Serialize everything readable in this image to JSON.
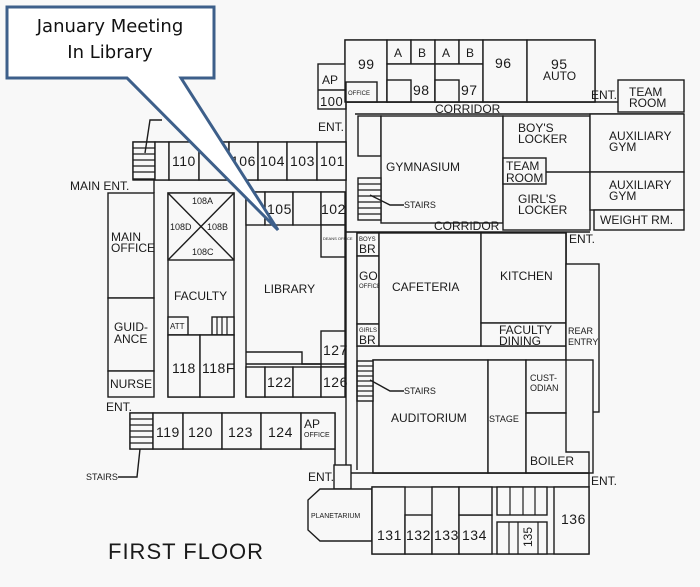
{
  "callout": {
    "line1": "January Meeting",
    "line2": "In Library",
    "border_color": "#3d5f8a"
  },
  "floor_title": "FIRST FLOOR",
  "rooms": {
    "r99": "99",
    "rA1": "A",
    "rB1": "B",
    "rA2": "A",
    "rB2": "B",
    "r96": "96",
    "r95": "95",
    "auto": "AUTO",
    "ap": "AP",
    "r100": "100",
    "office": "OFFICE",
    "r98": "98",
    "r97": "97",
    "team_room_top_1": "TEAM",
    "team_room_top_2": "ROOM",
    "corridor_top": "CORRIDOR",
    "boys_locker_1": "BOY'S",
    "boys_locker_2": "LOCKER",
    "aux_gym_1a": "AUXILIARY",
    "aux_gym_1b": "GYM",
    "aux_gym_2a": "AUXILIARY",
    "aux_gym_2b": "GYM",
    "weight_rm": "WEIGHT RM.",
    "gymnasium": "GYMNASIUM",
    "team_room_mid_1": "TEAM",
    "team_room_mid_2": "ROOM",
    "girls_locker_1": "GIRL'S",
    "girls_locker_2": "LOCKER",
    "corridor_mid": "CORRIDOR",
    "r110": "110",
    "r106": "106",
    "r104": "104",
    "r103": "103",
    "r101": "101",
    "r105": "105",
    "r102": "102",
    "deans_office": "DEANS OFFICE",
    "main_office_1": "MAIN",
    "main_office_2": "OFFICE",
    "guidance_1": "GUID-",
    "guidance_2": "ANCE",
    "nurse": "NURSE",
    "r108a": "108A",
    "r108b": "108B",
    "r108c": "108C",
    "r108d": "108D",
    "faculty": "FACULTY",
    "att": "ATT",
    "r118": "118",
    "r118f": "118F",
    "library": "LIBRARY",
    "r127": "127",
    "r122": "122",
    "r126": "126",
    "boys_br_1": "BOYS",
    "boys_br_2": "BR",
    "go_1": "GO",
    "go_2": "OFFICE",
    "girls_br_1": "GIRLS",
    "girls_br_2": "BR",
    "cafeteria": "CAFETERIA",
    "kitchen": "KITCHEN",
    "faculty_dining_1": "FACULTY",
    "faculty_dining_2": "DINING",
    "rear_entry_1": "REAR",
    "rear_entry_2": "ENTRY",
    "auditorium": "AUDITORIUM",
    "stage": "STAGE",
    "custodian_1": "CUST-",
    "custodian_2": "ODIAN",
    "boiler": "BOILER",
    "r119": "119",
    "r120": "120",
    "r123": "123",
    "r124": "124",
    "ap_office_1": "AP",
    "ap_office_2": "OFFICE",
    "planetarium": "PLANETARIUM",
    "r131": "131",
    "r132": "132",
    "r133": "133",
    "r134": "134",
    "r135": "135",
    "r136": "136"
  },
  "labels": {
    "main_ent": "MAIN ENT.",
    "ent": "ENT.",
    "stairs": "STAIRS"
  }
}
